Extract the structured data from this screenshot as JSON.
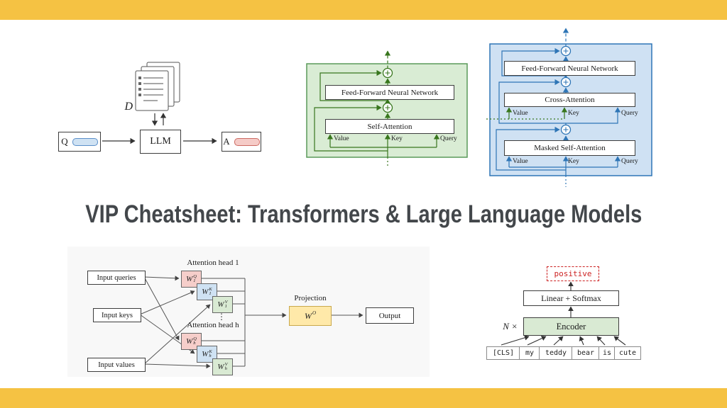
{
  "colors": {
    "banner_yellow": "#F5C243",
    "title_gray": "#43474B",
    "encoder_stroke_green": "#38761D",
    "encoder_panel_green": "#D9ECD4",
    "decoder_stroke_blue": "#2E75B6",
    "decoder_panel_blue": "#CFE1F3",
    "query_pill_blue": "#CFE2F3",
    "answer_pill_red": "#F5CBC7",
    "wq_pink": "#F6CECA",
    "wk_blue": "#CFE2F3",
    "wv_green": "#D9EAD3",
    "wo_cream": "#FFE9A9",
    "positive_red": "#CC2222"
  },
  "title": "VIP Cheatsheet: Transformers & Large Language Models",
  "qa_diagram": {
    "dataset_label": "D",
    "query_label": "Q",
    "llm_label": "LLM",
    "answer_label": "A"
  },
  "encoder_block": {
    "ffnn": "Feed-Forward Neural Network",
    "self_attention": "Self-Attention",
    "value": "Value",
    "key": "Key",
    "query": "Query"
  },
  "decoder_block": {
    "ffnn": "Feed-Forward Neural Network",
    "cross_attention": "Cross-Attention",
    "masked_self_attention": "Masked Self-Attention",
    "value": "Value",
    "key": "Key",
    "query": "Query"
  },
  "multihead": {
    "input_queries": "Input queries",
    "input_keys": "Input keys",
    "input_values": "Input values",
    "head_1": "Attention head 1",
    "head_h": "Attention head h",
    "w": "W",
    "sup_q": "Q",
    "sup_k": "K",
    "sup_v": "V",
    "sup_o": "O",
    "sub_1": "1",
    "sub_h": "h",
    "dots": "⋮",
    "projection": "Projection",
    "output": "Output"
  },
  "classifier": {
    "prediction": "positive",
    "linear_softmax": "Linear + Softmax",
    "n_times": "N ×",
    "encoder": "Encoder",
    "tokens": [
      "[CLS]",
      "my",
      "teddy",
      "bear",
      "is",
      "cute"
    ]
  }
}
